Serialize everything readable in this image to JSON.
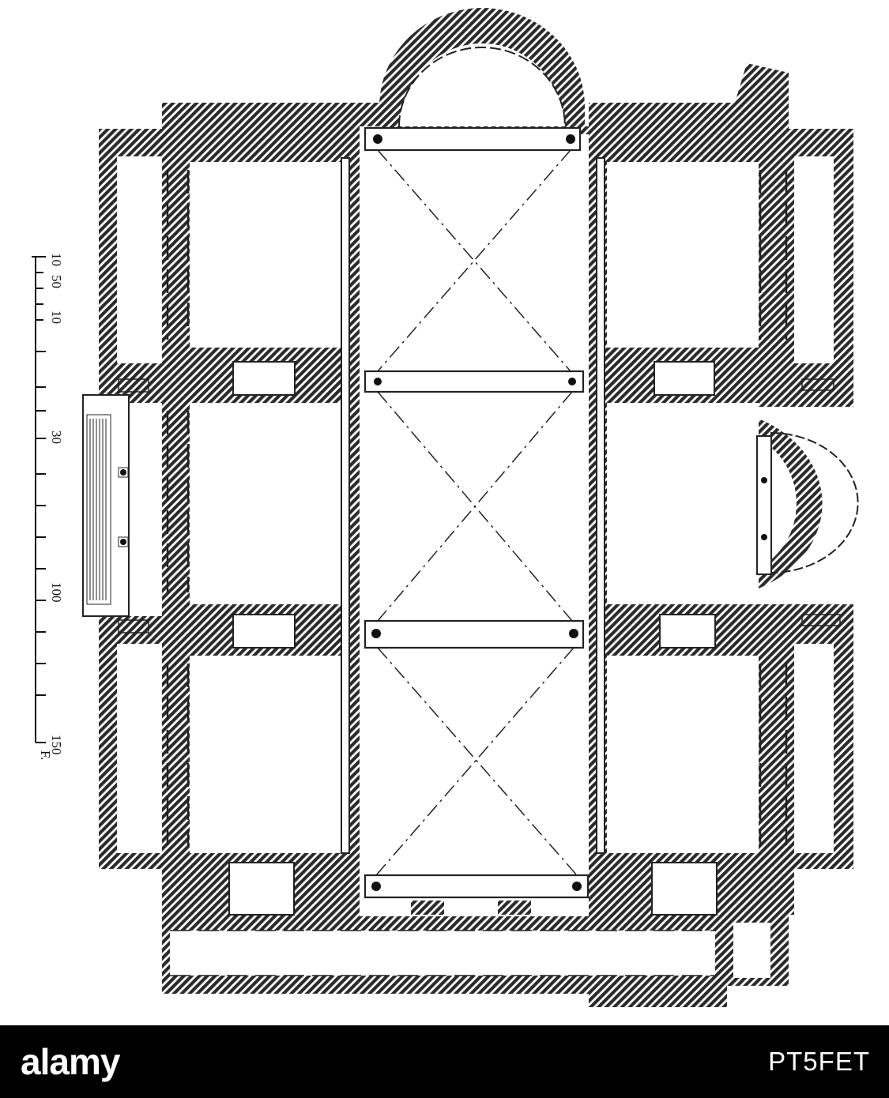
{
  "scale_bar": {
    "labels": [
      "10",
      "50",
      "10",
      "30",
      "100",
      "150"
    ],
    "unit": "F."
  },
  "footer": {
    "logo_text": "alamy",
    "image_id": "PT5FET",
    "background": "#000000",
    "text_color": "#ffffff"
  },
  "plan": {
    "wall_color": "#333333",
    "hatch_style": "diagonal"
  }
}
